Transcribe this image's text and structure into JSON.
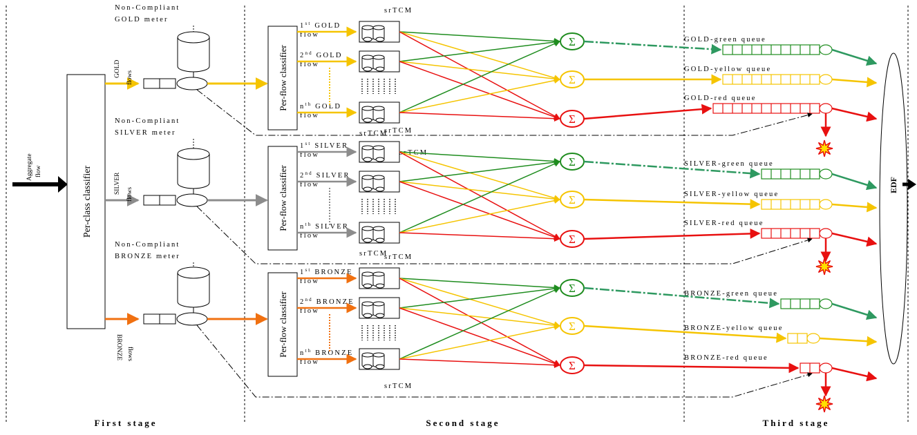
{
  "stages": [
    "First stage",
    "Second stage",
    "Third stage"
  ],
  "input": {
    "line1": "Aggregate",
    "line2": "flow"
  },
  "per_class_classifier": "Per-class classifier",
  "per_flow_classifier": "Per-flow classifier",
  "meter_label": "srTCM",
  "scheduler": "EDF",
  "sum_symbol": "Σ",
  "colors": {
    "gold": "#F5C400",
    "silver": "#8C8C8C",
    "bronze": "#F07010",
    "green": "#1E8C1E",
    "green_dark": "#2E9960",
    "yellow": "#F5C400",
    "red": "#E81010",
    "burst": "#FFE000",
    "burst_edge": "#E81010"
  },
  "classes": [
    {
      "id": "gold",
      "flows_label": [
        "GOLD",
        "flows"
      ],
      "noncompliant": [
        "Non-Compliant",
        "GOLD meter"
      ],
      "flow_first": [
        "1",
        "st",
        " GOLD",
        "flow"
      ],
      "flow_second": [
        "2",
        "nd",
        " GOLD",
        "flow"
      ],
      "flow_nth": [
        "n",
        "th",
        " GOLD",
        "flow"
      ],
      "queues": [
        "GOLD-green queue",
        "GOLD-yellow queue",
        "GOLD-red queue"
      ]
    },
    {
      "id": "silver",
      "flows_label": [
        "SILVER",
        "flows"
      ],
      "noncompliant": [
        "Non-Compliant",
        "SILVER meter"
      ],
      "flow_first": [
        "1",
        "st",
        " SILVER",
        "flow"
      ],
      "flow_second": [
        "2",
        "nd",
        " SILVER",
        "flow"
      ],
      "flow_nth": [
        "n",
        "th",
        " SILVER",
        "flow"
      ],
      "queues": [
        "SILVER-green queue",
        "SILVER-yellow queue",
        "SILVER-red queue"
      ]
    },
    {
      "id": "bronze",
      "flows_label": [
        "BRONZE",
        "flows"
      ],
      "noncompliant": [
        "Non-Compliant",
        "BRONZE meter"
      ],
      "flow_first": [
        "1",
        "st",
        " BRONZE",
        "flow"
      ],
      "flow_second": [
        "2",
        "nd",
        " BRONZE",
        "flow"
      ],
      "flow_nth": [
        "n",
        "th",
        " BRONZE",
        "flow"
      ],
      "queues": [
        "BRONZE-green queue",
        "BRONZE-yellow queue",
        "BRONZE-red queue"
      ]
    }
  ]
}
